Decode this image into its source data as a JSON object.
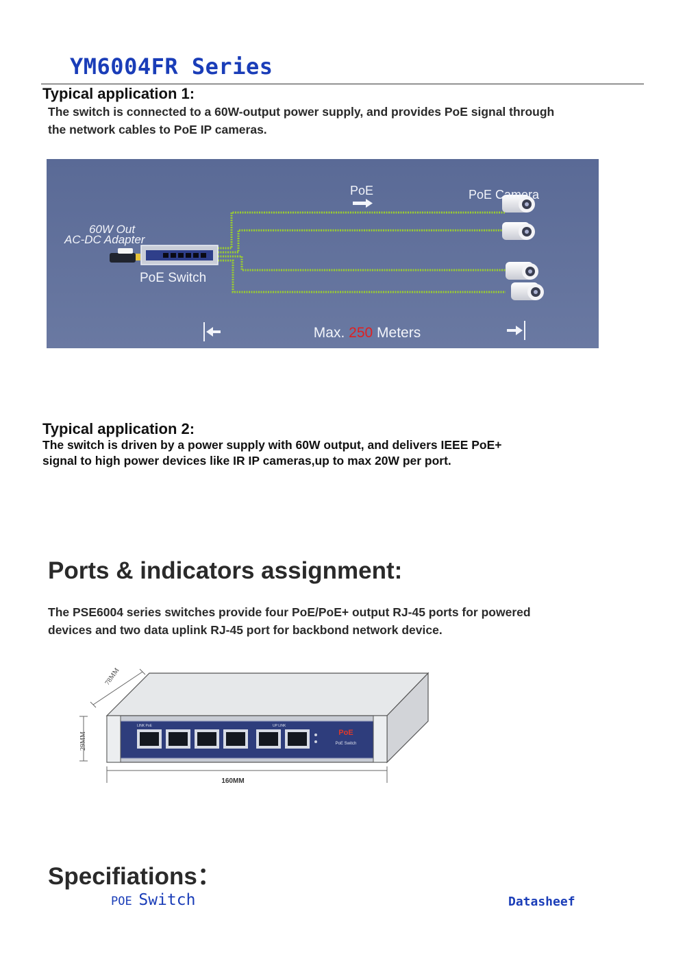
{
  "header": {
    "title": "YM6004FR Series"
  },
  "app1": {
    "heading": "Typical application 1:",
    "line1": "The switch is connected to a 60W-output power supply, and provides PoE signal through",
    "line2": "the network cables to PoE IP cameras."
  },
  "diagram1": {
    "adapter_line1": "60W Out",
    "adapter_line2": "AC-DC Adapter",
    "switch_label": "PoE Switch",
    "poe_label": "PoE",
    "camera_label": "PoE Camera",
    "distance_prefix": "Max.",
    "distance_value": "250",
    "distance_suffix": "Meters",
    "colors": {
      "background": "#5e6e98",
      "cable": "#9ccf2e",
      "distance_value": "#e02020"
    }
  },
  "app2": {
    "heading": "Typical application 2:",
    "line1": "The switch is driven by a power supply with 60W output, and delivers IEEE PoE+",
    "line2": "signal to high power devices like IR IP cameras,up to max 20W per port."
  },
  "ports": {
    "heading": "Ports & indicators assignment:",
    "line1": "The PSE6004 series switches provide four PoE/PoE+ output RJ-45 ports for powered",
    "line2": "devices and two data uplink RJ-45 port for backbond network device."
  },
  "diagram2": {
    "depth_label": "78MM",
    "height_label": "29MM",
    "width_label": "160MM",
    "brand_label": "PoE",
    "sub_label": "PoE Switch",
    "left_port_group": "LINK  PoE",
    "right_port_group": "UP  LINK"
  },
  "specs": {
    "heading": "Specifiations："
  },
  "footer": {
    "left_small": "POE",
    "left_large": "Switch",
    "right": "Datasheef"
  }
}
